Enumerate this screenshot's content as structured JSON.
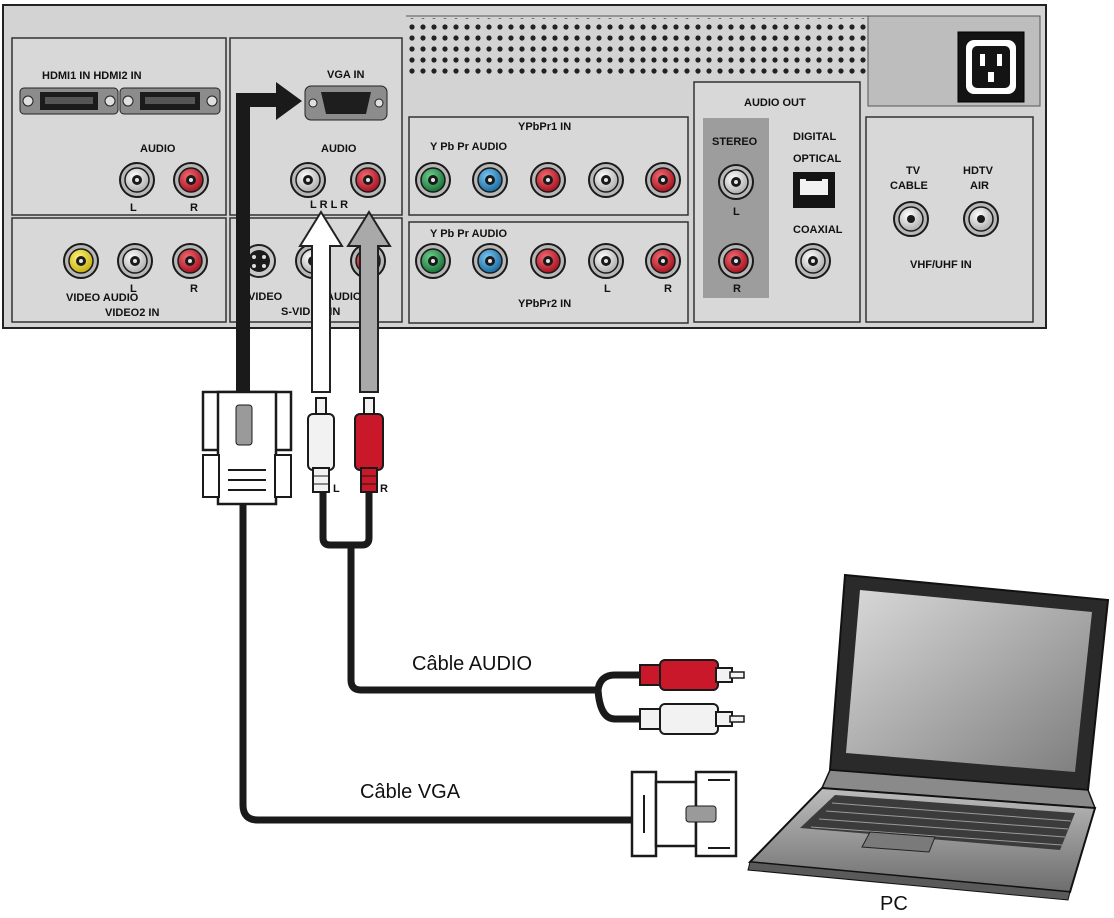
{
  "panel": {
    "hdmi_label": "HDMI1 IN HDMI2 IN",
    "hdmi_audio_label": "AUDIO",
    "hdmi_audio_l": "L",
    "hdmi_audio_r": "R",
    "vga_label": "VGA IN",
    "vga_audio_label": "AUDIO",
    "vga_audio_lr": "L R L R",
    "video2": {
      "video_audio_label": "VIDEO AUDIO",
      "l": "L",
      "r": "R",
      "title": "VIDEO2 IN"
    },
    "svideo": {
      "video_label": "VIDEO",
      "audio_label": "AUDIO",
      "title": "S-VIDEO IN"
    },
    "ypbpr1": {
      "title": "YPbPr1 IN",
      "sub": "Y Pb Pr AUDIO"
    },
    "ypbpr2": {
      "sub": "Y Pb Pr AUDIO",
      "l": "L",
      "r": "R",
      "title": "YPbPr2 IN"
    },
    "audio_out": {
      "title": "AUDIO OUT",
      "stereo": "STEREO",
      "l": "L",
      "r": "R",
      "digital": "DIGITAL",
      "optical": "OPTICAL",
      "coaxial": "COAXIAL"
    },
    "antenna": {
      "tv": "TV",
      "cable": "CABLE",
      "hdtv": "HDTV",
      "air": "AIR",
      "title": "VHF/UHF IN"
    }
  },
  "plugs": {
    "left": "L",
    "right": "R"
  },
  "captions": {
    "audio_cable": "Câble AUDIO",
    "vga_cable": "Câble VGA",
    "pc": "PC"
  },
  "colors": {
    "rca_red": "#c8182a",
    "rca_white": "#d9d9d9",
    "rca_yellow": "#e8d21a",
    "comp_green": "#1f9a4a",
    "comp_blue": "#1f8fd0",
    "panel_gray": "#d3d3d3"
  }
}
